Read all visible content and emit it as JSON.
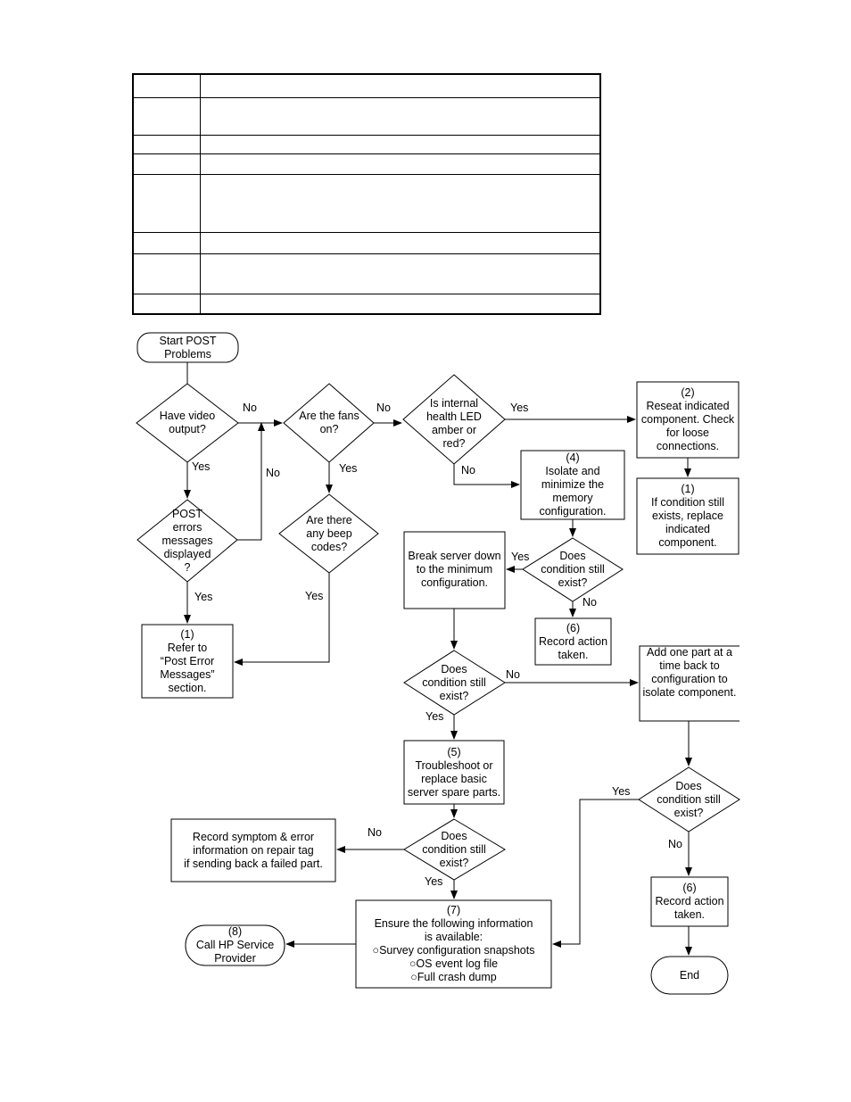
{
  "table": {
    "rows": [
      {
        "col1": "",
        "col2": ""
      },
      {
        "col1": "",
        "col2": ""
      },
      {
        "col1": "",
        "col2": ""
      },
      {
        "col1": "",
        "col2": ""
      },
      {
        "col1": "",
        "col2": ""
      },
      {
        "col1": "",
        "col2": ""
      },
      {
        "col1": "",
        "col2": ""
      },
      {
        "col1": "",
        "col2": ""
      }
    ]
  },
  "nodes": {
    "start": [
      "Start POST",
      "Problems"
    ],
    "have_video": [
      "Have video",
      "output?"
    ],
    "post_errors": [
      "POST",
      "errors",
      "messages",
      "displayed",
      "?"
    ],
    "refer": [
      "(1)",
      "Refer to",
      "“Post Error",
      "Messages”",
      "section."
    ],
    "fans": [
      "Are the fans",
      "on?"
    ],
    "beep": [
      "Are there",
      "any beep",
      "codes?"
    ],
    "health": [
      "Is internal",
      "health LED",
      "amber or",
      "red?"
    ],
    "reseat": [
      "(2)",
      "Reseat indicated",
      "component. Check",
      "for loose",
      "connections."
    ],
    "replace_comp": [
      "(1)",
      "If condition still",
      "exists, replace",
      "indicated",
      "component."
    ],
    "isolate_mem": [
      "(4)",
      "Isolate and",
      "minimize the",
      "memory",
      "configuration."
    ],
    "cond1": [
      "Does",
      "condition still",
      "exist?"
    ],
    "record1": [
      "(6)",
      "Record action",
      "taken."
    ],
    "break_down": [
      "Break server down",
      "to the minimum",
      "configuration."
    ],
    "cond2": [
      "Does",
      "condition still",
      "exist?"
    ],
    "add_part": [
      "Add one part at a",
      "time back to",
      "configuration to",
      "isolate component."
    ],
    "troubleshoot": [
      "(5)",
      "Troubleshoot or",
      "replace basic",
      "server spare parts."
    ],
    "cond3": [
      "Does",
      "condition still",
      "exist?"
    ],
    "cond4": [
      "Does",
      "condition still",
      "exist?"
    ],
    "record_symptom": [
      "Record symptom & error",
      "information on repair tag",
      "if sending back a failed part."
    ],
    "ensure": [
      "(7)",
      "Ensure the following information",
      "is available:",
      "○Survey configuration snapshots",
      "○OS event log file",
      "○Full crash dump"
    ],
    "record2": [
      "(6)",
      "Record action",
      "taken."
    ],
    "call_hp": [
      "(8)",
      "Call HP Service",
      "Provider"
    ],
    "end": [
      "End"
    ]
  },
  "edges": {
    "video_no": "No",
    "video_yes": "Yes",
    "post_no": "No",
    "post_yes": "Yes",
    "fans_no": "No",
    "fans_yes": "Yes",
    "beep_yes": "Yes",
    "health_yes": "Yes",
    "health_no": "No",
    "cond1_yes": "Yes",
    "cond1_no": "No",
    "cond2_no": "No",
    "cond2_yes": "Yes",
    "cond3_no": "No",
    "cond3_yes": "Yes",
    "cond4_yes": "Yes",
    "cond4_no": "No"
  }
}
